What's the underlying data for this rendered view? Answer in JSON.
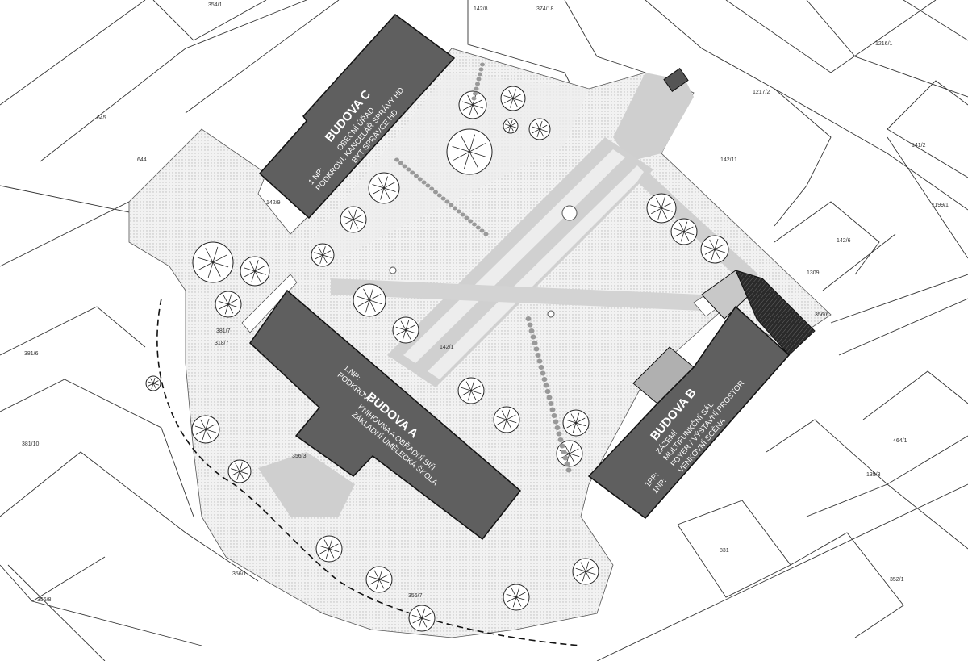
{
  "buildings": {
    "c": {
      "title": "BUDOVA C",
      "floor1": "1.NP:",
      "floor2": "PODKROVÍ:",
      "line1": "OBECNÍ ÚŘAD",
      "line2": "KANCELÁŘ SPRÁVY HD",
      "line3": "BYT SPRÁVCE HD"
    },
    "a": {
      "title": "BUDOVA A",
      "floor1": "1.NP:",
      "floor2": "PODKROVÍ:",
      "line1": "KNIHOVNA A OBŘADNÍ SÍŇ",
      "line2": "ZÁKLADNÍ UMĚLECKÁ ŠKOLA"
    },
    "b": {
      "title": "BUDOVA B",
      "floor1": "1PP:",
      "floor2": "1NP:",
      "line1": "ZÁZEMÍ",
      "line2": "MULTIFUNKČNÍ SÁL",
      "line3": "FOYER / VÝSTAVNÍ PROSTOR",
      "line4": "VENKOVNÍ SCÉNA"
    }
  },
  "parcels": [
    "354/1",
    "142/8",
    "374/18",
    "1216/1",
    "645",
    "644",
    "1217/2",
    "141/2",
    "142/11",
    "1199/1",
    "142/9",
    "142/6",
    "1309",
    "356/6",
    "381/7",
    "318/7",
    "381/6",
    "142/1",
    "464/1",
    "381/10",
    "356/3",
    "135/3",
    "831",
    "356/1",
    "352/1",
    "356/7",
    "356/8"
  ],
  "colors": {
    "building": "#5f5f5f",
    "paving": "#dcdcdc",
    "path": "#c4c4c4",
    "dark_roof": "#2a2a2a"
  }
}
